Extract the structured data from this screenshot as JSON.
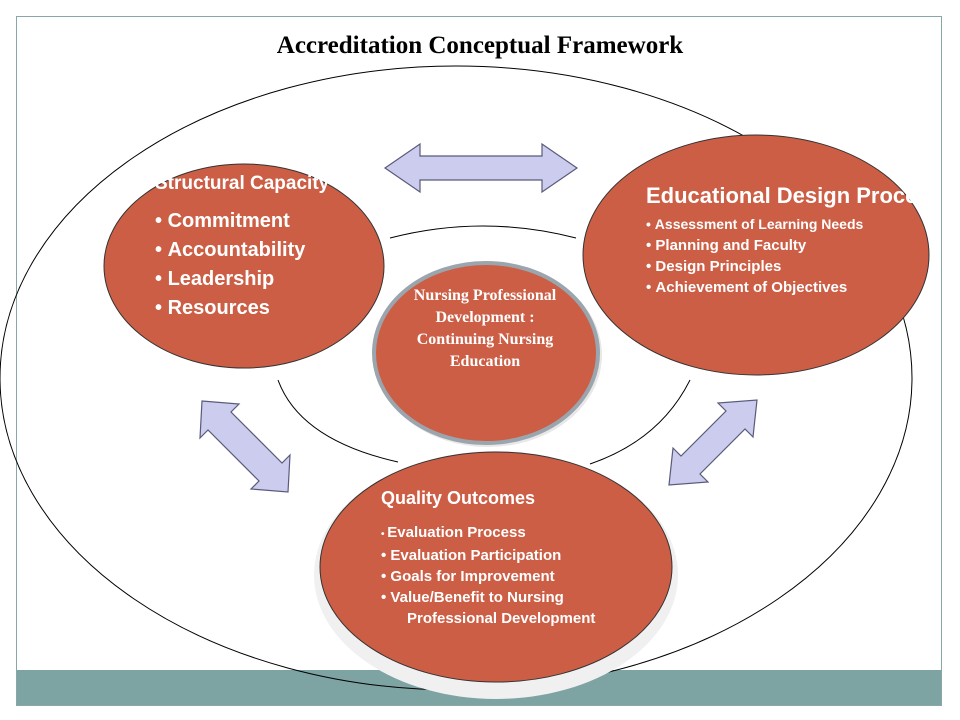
{
  "title": "Accreditation Conceptual Framework",
  "colors": {
    "node_fill": "#cc5e45",
    "arrow_fill": "#ccccee",
    "footer": "#7da3a2"
  },
  "nodes": {
    "structural": {
      "heading": "Structural Capacity",
      "items": [
        "Commitment",
        "Accountability",
        "Leadership",
        "Resources"
      ]
    },
    "educational": {
      "heading": "Educational Design Process",
      "items": [
        "Assessment of Learning Needs",
        "Planning and Faculty",
        "Design Principles",
        "Achievement of Objectives"
      ]
    },
    "center": {
      "text": "Nursing Professional Development : Continuing Nursing Education"
    },
    "quality": {
      "heading": "Quality Outcomes",
      "items": [
        "Evaluation Process",
        "Evaluation Participation",
        "Goals for Improvement",
        "Value/Benefit to Nursing"
      ],
      "item4_cont": "Professional Development"
    }
  }
}
